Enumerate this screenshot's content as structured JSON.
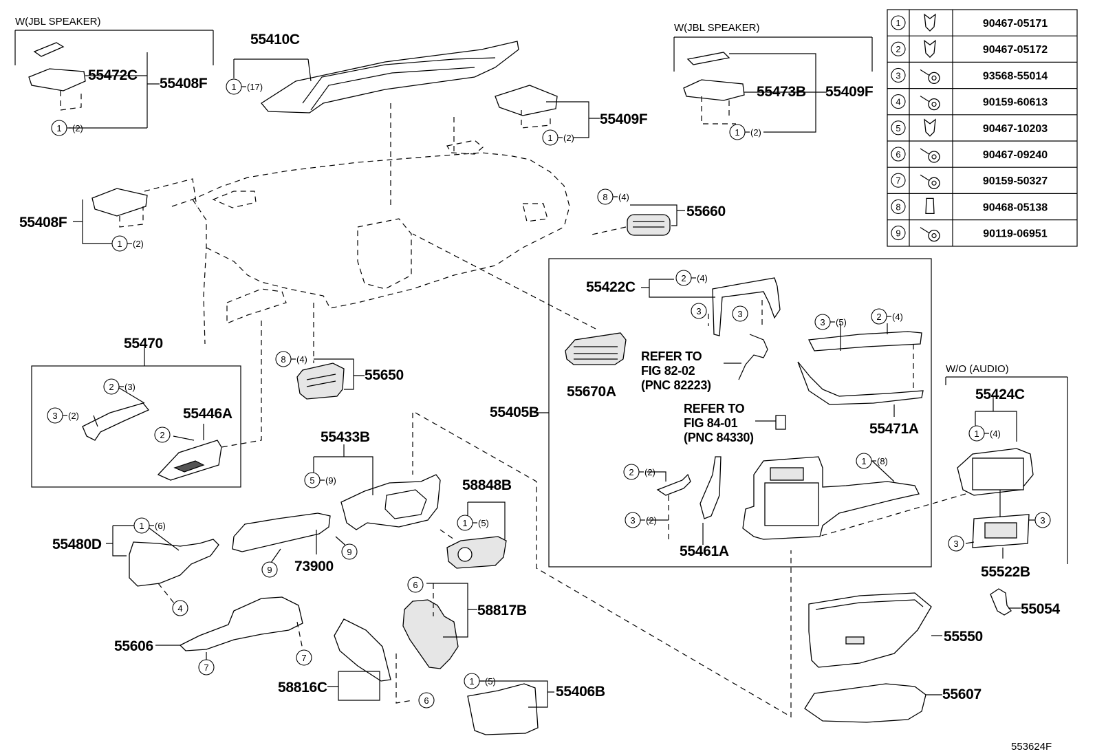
{
  "diagram_id": "553624F",
  "headers": {
    "jbl_left": "W(JBL SPEAKER)",
    "jbl_right": "W(JBL SPEAKER)",
    "wo_audio": "W/O (AUDIO)"
  },
  "refer1": {
    "line1": "REFER TO",
    "line2": "FIG 82-02",
    "line3": "(PNC 82223)"
  },
  "refer2": {
    "line1": "REFER TO",
    "line2": "FIG 84-01",
    "line3": "(PNC 84330)"
  },
  "fastener_table": [
    {
      "no": "1",
      "icon": "clip-icon",
      "part": "90467-05171"
    },
    {
      "no": "2",
      "icon": "clip-icon",
      "part": "90467-05172"
    },
    {
      "no": "3",
      "icon": "screw-icon",
      "part": "93568-55014"
    },
    {
      "no": "4",
      "icon": "screw-icon",
      "part": "90159-60613"
    },
    {
      "no": "5",
      "icon": "clip-icon",
      "part": "90467-10203"
    },
    {
      "no": "6",
      "icon": "screw-icon",
      "part": "90467-09240"
    },
    {
      "no": "7",
      "icon": "screw-icon",
      "part": "90159-50327"
    },
    {
      "no": "8",
      "icon": "nut-icon",
      "part": "90468-05138"
    },
    {
      "no": "9",
      "icon": "screw-icon",
      "part": "90119-06951"
    }
  ],
  "part_labels": [
    "55410C",
    "55472C",
    "55408F",
    "55408F",
    "55409F",
    "55473B",
    "55409F",
    "55660",
    "55470",
    "55446A",
    "55650",
    "55422C",
    "55670A",
    "55405B",
    "55471A",
    "55424C",
    "55522B",
    "55433B",
    "58848B",
    "55480D",
    "73900",
    "55606",
    "58817B",
    "58816C",
    "55406B",
    "55461A",
    "55054",
    "55550",
    "55607"
  ],
  "callouts": [
    {
      "no": "1",
      "qty": "(2)"
    },
    {
      "no": "1",
      "qty": "(17)"
    },
    {
      "no": "1",
      "qty": "(2)"
    },
    {
      "no": "1",
      "qty": "(2)"
    },
    {
      "no": "1",
      "qty": "(2)"
    },
    {
      "no": "8",
      "qty": "(4)"
    },
    {
      "no": "2",
      "qty": "(3)"
    },
    {
      "no": "3",
      "qty": "(2)"
    },
    {
      "no": "2",
      "qty": ""
    },
    {
      "no": "8",
      "qty": "(4)"
    },
    {
      "no": "2",
      "qty": "(4)"
    },
    {
      "no": "3",
      "qty": ""
    },
    {
      "no": "3",
      "qty": ""
    },
    {
      "no": "3",
      "qty": "(5)"
    },
    {
      "no": "2",
      "qty": "(4)"
    },
    {
      "no": "1",
      "qty": "(4)"
    },
    {
      "no": "3",
      "qty": ""
    },
    {
      "no": "3",
      "qty": ""
    },
    {
      "no": "5",
      "qty": "(9)"
    },
    {
      "no": "1",
      "qty": "(5)"
    },
    {
      "no": "1",
      "qty": "(6)"
    },
    {
      "no": "4",
      "qty": ""
    },
    {
      "no": "9",
      "qty": ""
    },
    {
      "no": "9",
      "qty": ""
    },
    {
      "no": "7",
      "qty": ""
    },
    {
      "no": "7",
      "qty": ""
    },
    {
      "no": "6",
      "qty": ""
    },
    {
      "no": "6",
      "qty": ""
    },
    {
      "no": "1",
      "qty": "(5)"
    },
    {
      "no": "2",
      "qty": "(2)"
    },
    {
      "no": "3",
      "qty": "(2)"
    },
    {
      "no": "1",
      "qty": "(8)"
    }
  ]
}
